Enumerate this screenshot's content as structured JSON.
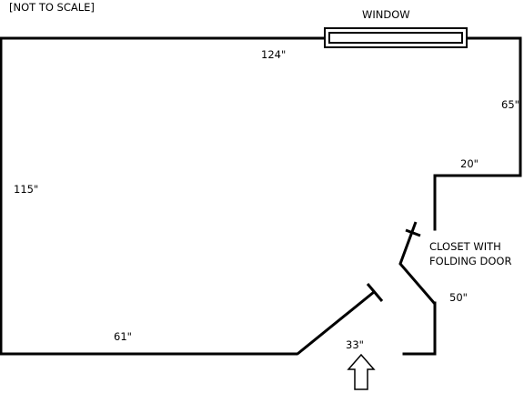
{
  "notice": "[NOT TO SCALE]",
  "window_label": "WINDOW",
  "dimensions": {
    "top_wall": "124\"",
    "right_upper_wall": "65\"",
    "left_wall": "115\"",
    "closet_top": "20\"",
    "closet_side": "50\"",
    "bottom_left_wall": "61\"",
    "door_opening": "33\""
  },
  "closet_label_line1": "CLOSET WITH",
  "closet_label_line2": "FOLDING DOOR",
  "colors": {
    "line": "#000000",
    "background": "#ffffff"
  }
}
